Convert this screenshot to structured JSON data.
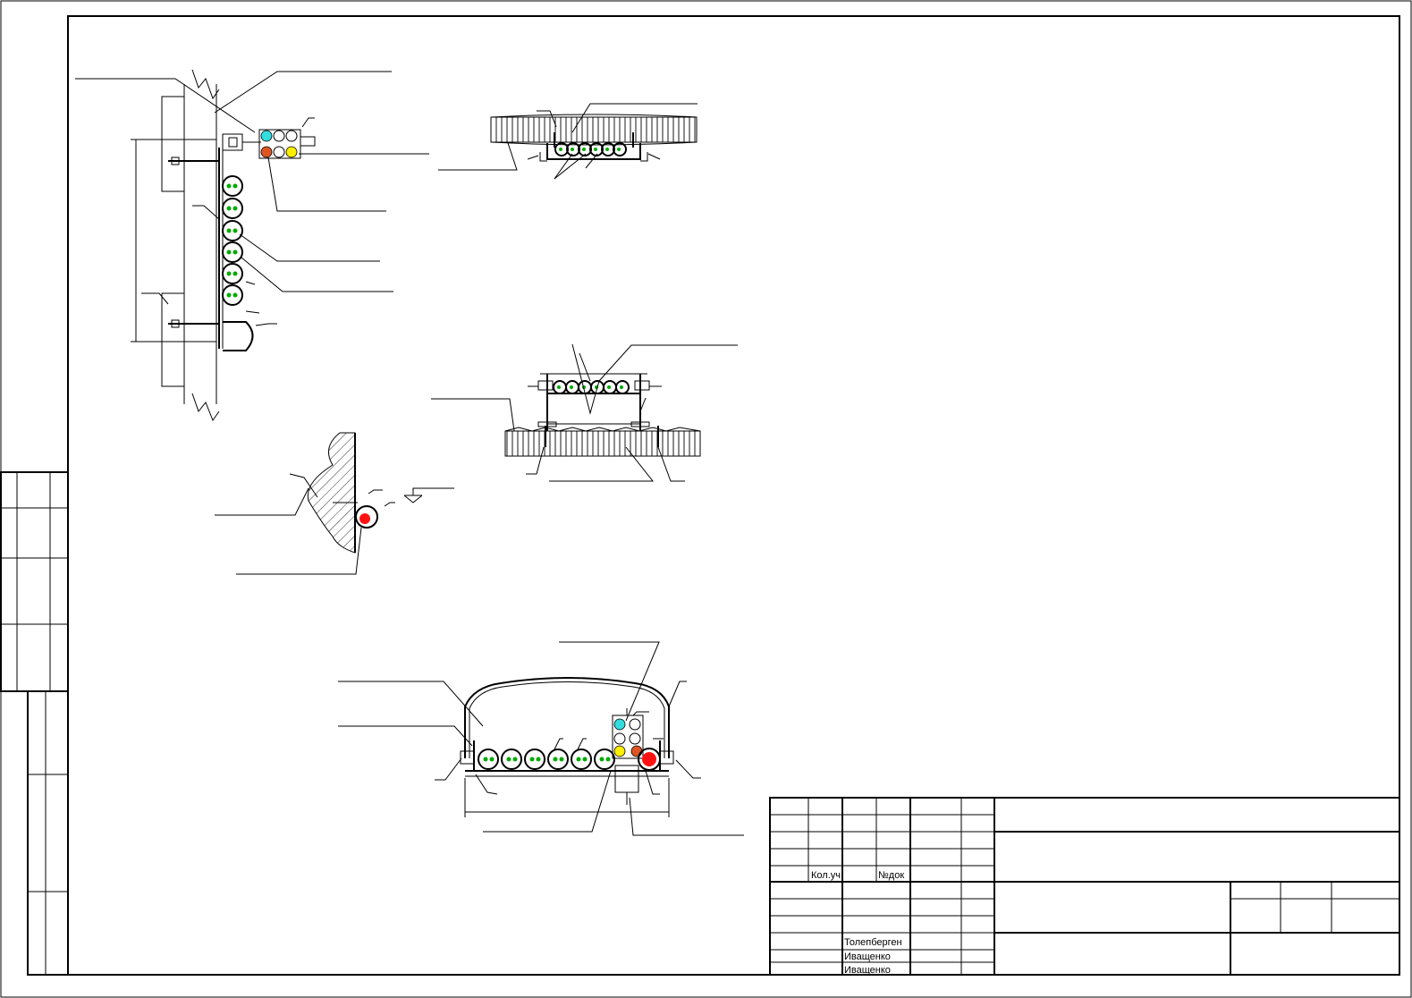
{
  "title_block": {
    "col_headers": [
      "Кол.уч",
      "№док"
    ],
    "names": [
      "Толепберген",
      "Иващенко",
      "Иващенко"
    ]
  },
  "colors": {
    "line": "#000000",
    "cable_core": "#00aa00",
    "marker_cyan": "#33dddd",
    "marker_orange": "#dd5522",
    "marker_yellow": "#ffee00",
    "marker_red": "#ff1111"
  }
}
